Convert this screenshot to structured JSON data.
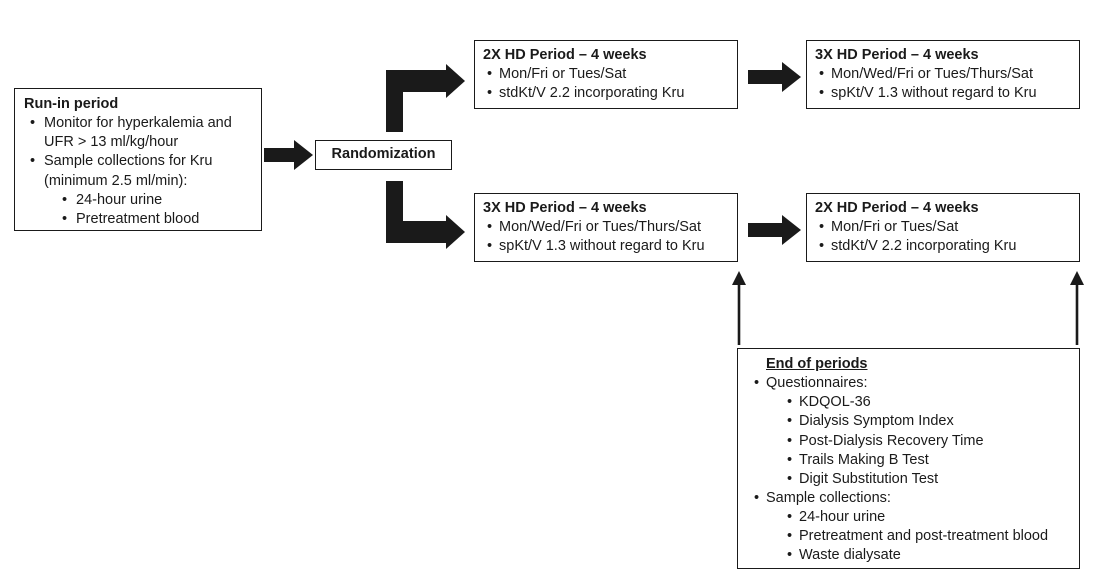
{
  "palette": {
    "ink": "#1a1a1a",
    "background": "#ffffff"
  },
  "diagram_type": "study-design-flowchart",
  "boxes": {
    "run_in": {
      "title": "Run-in period",
      "bullets": [
        "Monitor for hyperkalemia and UFR > 13 ml/kg/hour",
        "Sample collections for Kru (minimum 2.5 ml/min):"
      ],
      "sub_bullets": [
        "24-hour urine",
        "Pretreatment blood"
      ]
    },
    "randomization": {
      "label": "Randomization"
    },
    "top_arm": {
      "first": {
        "title": "2X HD Period – 4 weeks",
        "bullets": [
          "Mon/Fri or Tues/Sat",
          "stdKt/V 2.2 incorporating Kru"
        ]
      },
      "second": {
        "title": "3X HD Period – 4 weeks",
        "bullets": [
          "Mon/Wed/Fri or Tues/Thurs/Sat",
          "spKt/V 1.3 without regard to Kru"
        ]
      }
    },
    "bottom_arm": {
      "first": {
        "title": "3X HD Period – 4 weeks",
        "bullets": [
          "Mon/Wed/Fri or Tues/Thurs/Sat",
          "spKt/V 1.3 without regard to Kru"
        ]
      },
      "second": {
        "title": "2X HD Period – 4 weeks",
        "bullets": [
          "Mon/Fri or Tues/Sat",
          "stdKt/V 2.2 incorporating Kru"
        ]
      }
    },
    "end_of_periods": {
      "title": "End of periods",
      "sections": [
        {
          "label": "Questionnaires:",
          "items": [
            "KDQOL-36",
            "Dialysis Symptom Index",
            "Post-Dialysis Recovery Time",
            "Trails Making B Test",
            "Digit Substitution Test"
          ]
        },
        {
          "label": "Sample collections:",
          "items": [
            "24-hour urine",
            "Pretreatment and post-treatment blood",
            "Waste dialysate"
          ]
        }
      ]
    }
  }
}
